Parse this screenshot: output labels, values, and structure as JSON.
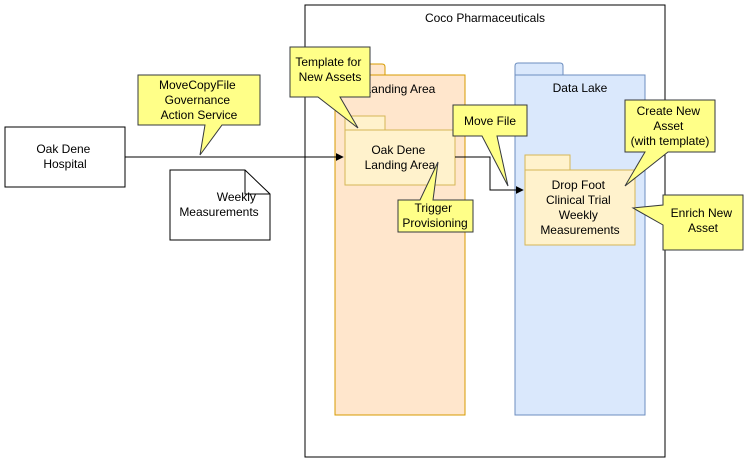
{
  "container": {
    "label": "Coco Pharmaceuticals"
  },
  "hospital": {
    "line1": "Oak Dene",
    "line2": "Hospital"
  },
  "document": {
    "line1": "Weekly",
    "line2": "Measurements"
  },
  "landing_area": {
    "label": "Landing Area"
  },
  "oak_dene_landing": {
    "line1": "Oak Dene",
    "line2": "Landing Area"
  },
  "data_lake": {
    "label": "Data Lake"
  },
  "drop_foot": {
    "line1": "Drop Foot",
    "line2": "Clinical Trial",
    "line3": "Weekly",
    "line4": "Measurements"
  },
  "callouts": {
    "governance": {
      "line1": "MoveCopyFile",
      "line2": "Governance",
      "line3": "Action Service"
    },
    "template": {
      "line1": "Template for",
      "line2": "New Assets"
    },
    "move_file": {
      "line1": "Move File"
    },
    "trigger": {
      "line1": "Trigger",
      "line2": "Provisioning"
    },
    "create_asset": {
      "line1": "Create New",
      "line2": "Asset",
      "line3": "(with template)"
    },
    "enrich": {
      "line1": "Enrich New",
      "line2": "Asset"
    }
  },
  "colors": {
    "landing_fill": "#ffe6cc",
    "landing_stroke": "#d79b00",
    "lake_fill": "#dae8fc",
    "lake_stroke": "#6c8ebf",
    "folder_fill": "#fff2cc",
    "folder_stroke": "#d6b656",
    "callout_fill": "#ffff88",
    "callout_stroke": "#36393d"
  }
}
